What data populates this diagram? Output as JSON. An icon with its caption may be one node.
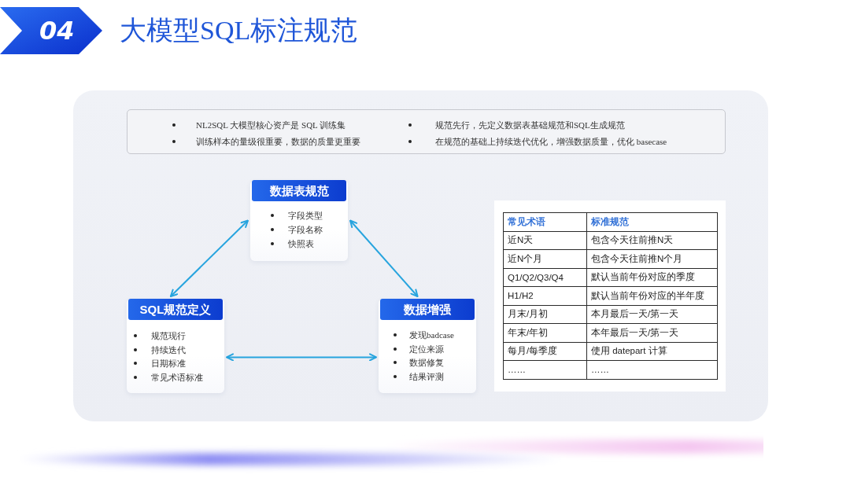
{
  "diagram": {
    "title": "大模型SQL标注规范",
    "nodes": [
      {
        "text": [
          "04"
        ]
      },
      {
        "text": [
          "NL2SQL 大模型核心资产是 SQL 训练集",
          "训练样本的量级很重要，数据的质量更重要",
          "规范先行，先定义数据表基础规范和SQL生成规范",
          "在规范的基础上持续迭代优化，增强数据质量，优化 basecase"
        ]
      },
      {
        "text": [
          "数据表规范",
          "字段类型",
          "字段名称",
          "快照表"
        ]
      },
      {
        "text": [
          "SQL规范定义",
          "规范现行",
          "持续迭代",
          "日期标准",
          "常见术语标准"
        ]
      },
      {
        "text": [
          "数据增强",
          "发现badcase",
          "定位来源",
          "数据修复",
          "结果评测"
        ]
      }
    ],
    "edges": [
      {
        "from": 3,
        "to": 2,
        "arrow": "both"
      },
      {
        "from": 2,
        "to": 4,
        "arrow": "both"
      },
      {
        "from": 3,
        "to": 4,
        "arrow": "both"
      }
    ],
    "labels": [
      "常见术语",
      "标准规范",
      "近N天",
      "包含今天往前推N天",
      "近N个月",
      "包含今天往前推N个月",
      "Q1/Q2/Q3/Q4",
      "默认当前年份对应的季度",
      "H1/H2",
      "默认当前年份对应的半年度",
      "月末/月初",
      "本月最后一天/第一天",
      "年末/年初",
      "本年最后一天/第一天",
      "每月/每季度",
      "使用 datepart 计算",
      "……",
      "……"
    ]
  }
}
